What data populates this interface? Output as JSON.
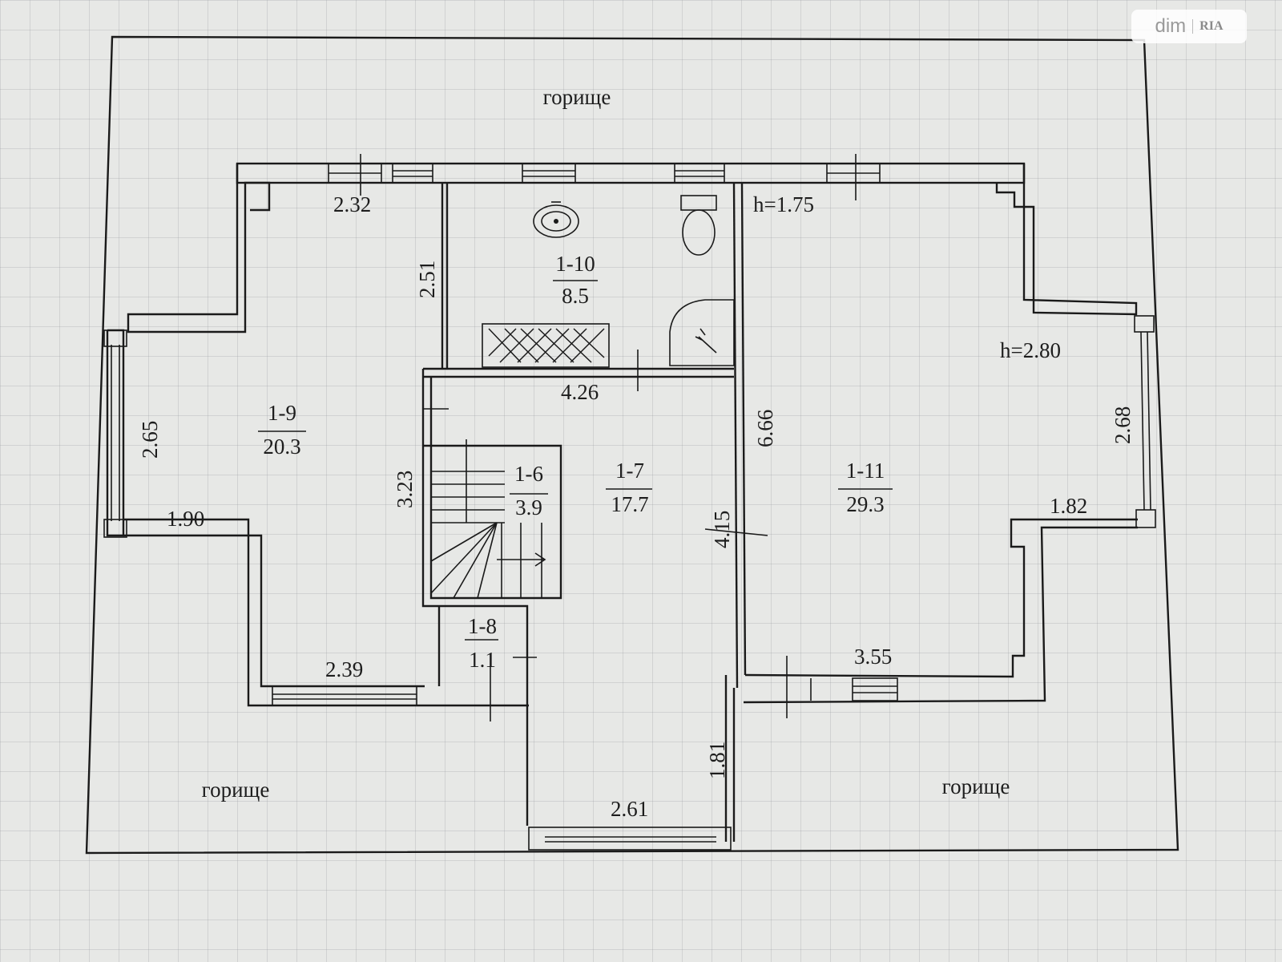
{
  "attic_labels": [
    "горище",
    "горище",
    "горище"
  ],
  "rooms": [
    {
      "id": "1-6",
      "area": "3.9"
    },
    {
      "id": "1-7",
      "area": "17.7"
    },
    {
      "id": "1-8",
      "area": "1.1"
    },
    {
      "id": "1-9",
      "area": "20.3"
    },
    {
      "id": "1-10",
      "area": "8.5"
    },
    {
      "id": "1-11",
      "area": "29.3"
    }
  ],
  "dimensions": [
    "2.32",
    "2.51",
    "2.65",
    "1.90",
    "2.39",
    "4.26",
    "3.23",
    "6.66",
    "4.15",
    "1.81",
    "2.61",
    "2.68",
    "1.82",
    "3.55"
  ],
  "heights": [
    "h=1.75",
    "h=2.80"
  ],
  "watermark": {
    "brand": "dim",
    "logo": "RIA"
  }
}
